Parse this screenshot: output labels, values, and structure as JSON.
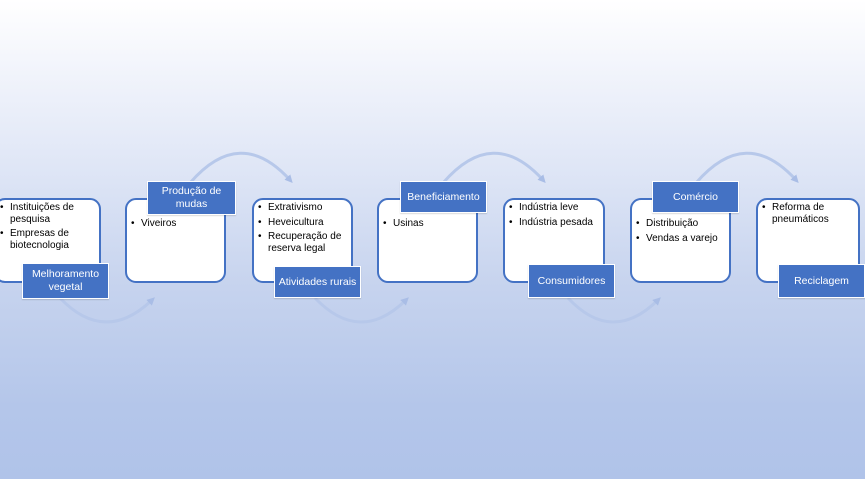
{
  "stages": [
    {
      "label": "Melhoramento vegetal",
      "items": [
        "Instituições de pesquisa",
        "Empresas de biotecnologia"
      ]
    },
    {
      "label": "Produção de mudas",
      "items": [
        "Viveiros"
      ]
    },
    {
      "label": "Atividades rurais",
      "items": [
        "Extrativismo",
        "Heveicultura",
        "Recuperação de reserva legal"
      ]
    },
    {
      "label": "Beneficiamento",
      "items": [
        "Usinas"
      ]
    },
    {
      "label": "Consumidores",
      "items": [
        "Indústria leve",
        "Indústria pesada"
      ]
    },
    {
      "label": "Comércio",
      "items": [
        "Distribuição",
        "Vendas a varejo"
      ]
    },
    {
      "label": "Reciclagem",
      "items": [
        "Reforma de pneumáticos"
      ]
    }
  ],
  "colors": {
    "accent": "#4472c4",
    "arrow": "#a9bde6"
  }
}
